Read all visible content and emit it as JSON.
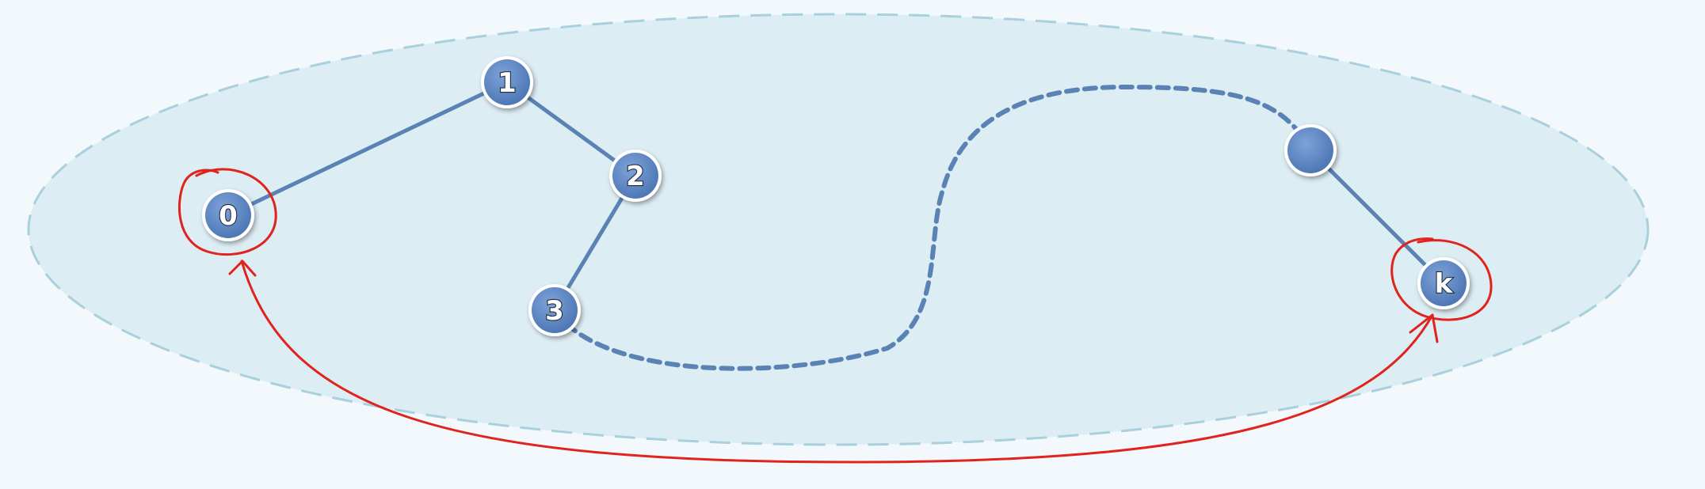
{
  "colors": {
    "background": "#f2f8fb",
    "region_fill": "#dcedf3",
    "region_border": "#a9d0dd",
    "edge": "#5b82b5",
    "node_fill": "#5c88c6",
    "node_ring": "#ffffff",
    "annotation": "#e0231c"
  },
  "nodes": [
    {
      "id": "0",
      "label": "0"
    },
    {
      "id": "1",
      "label": "1"
    },
    {
      "id": "2",
      "label": "2"
    },
    {
      "id": "3",
      "label": "3"
    },
    {
      "id": "u",
      "label": ""
    },
    {
      "id": "k",
      "label": "k"
    }
  ],
  "edges": [
    {
      "from": "0",
      "to": "1",
      "style": "solid"
    },
    {
      "from": "1",
      "to": "2",
      "style": "solid"
    },
    {
      "from": "2",
      "to": "3",
      "style": "solid"
    },
    {
      "from": "3",
      "to": "u",
      "style": "dashed"
    },
    {
      "from": "u",
      "to": "k",
      "style": "solid"
    }
  ],
  "annotations": [
    {
      "type": "circle",
      "target": "0"
    },
    {
      "type": "circle",
      "target": "k"
    },
    {
      "type": "double-arrow",
      "from": "0",
      "to": "k"
    }
  ]
}
